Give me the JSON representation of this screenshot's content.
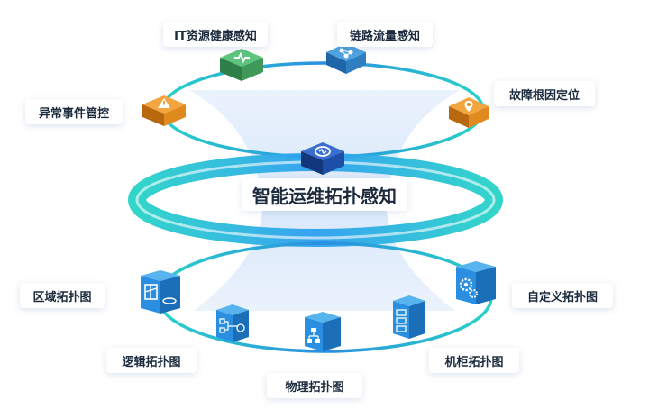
{
  "title": "智能运维拓扑感知",
  "top_ring_items": [
    {
      "label": "IT资源健康感知",
      "icon": "heartbeat-icon",
      "color": "#3f9a5a"
    },
    {
      "label": "链路流量感知",
      "icon": "network-nodes-icon",
      "color": "#2d7fc0"
    },
    {
      "label": "故障根因定位",
      "icon": "location-pin-icon",
      "color": "#e08a1e"
    },
    {
      "label": "异常事件管控",
      "icon": "warning-icon",
      "color": "#e08a1e"
    }
  ],
  "center_icon": {
    "icon": "monitor-icon",
    "color": "#1e4fa8"
  },
  "bottom_ring_items": [
    {
      "label": "区域拓扑图",
      "icon": "area-map-icon"
    },
    {
      "label": "逻辑拓扑图",
      "icon": "logic-flow-icon"
    },
    {
      "label": "物理拓扑图",
      "icon": "hierarchy-icon"
    },
    {
      "label": "机柜拓扑图",
      "icon": "server-rack-icon"
    },
    {
      "label": "自定义拓扑图",
      "icon": "gears-icon"
    }
  ],
  "colors": {
    "ring_cyan": "#28d3c8",
    "ring_blue": "#2a8fe0",
    "cube_blue": "#1f8fdc",
    "text": "#1b2a3c"
  }
}
